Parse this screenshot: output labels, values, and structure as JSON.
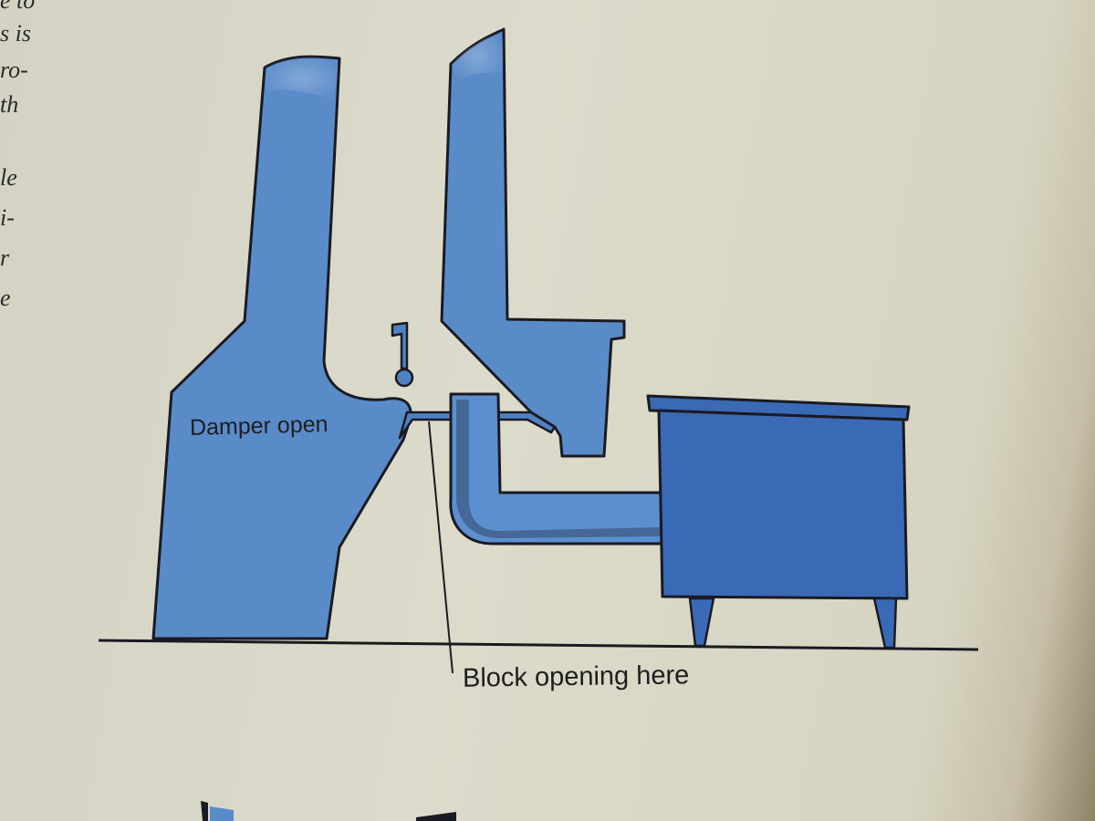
{
  "margin_text": [
    "e to",
    "s is",
    "ro-",
    "th",
    "le",
    "i-",
    "r",
    "e"
  ],
  "labels": {
    "damper": "Damper open",
    "block": "Block opening here"
  },
  "colors": {
    "fireplace_blue": "#5a8bc9",
    "stove_blue": "#3a6ab5",
    "pipe_blue": "#5c8fd0",
    "outline": "#1a1a22",
    "paper": "#dcdbcb"
  }
}
